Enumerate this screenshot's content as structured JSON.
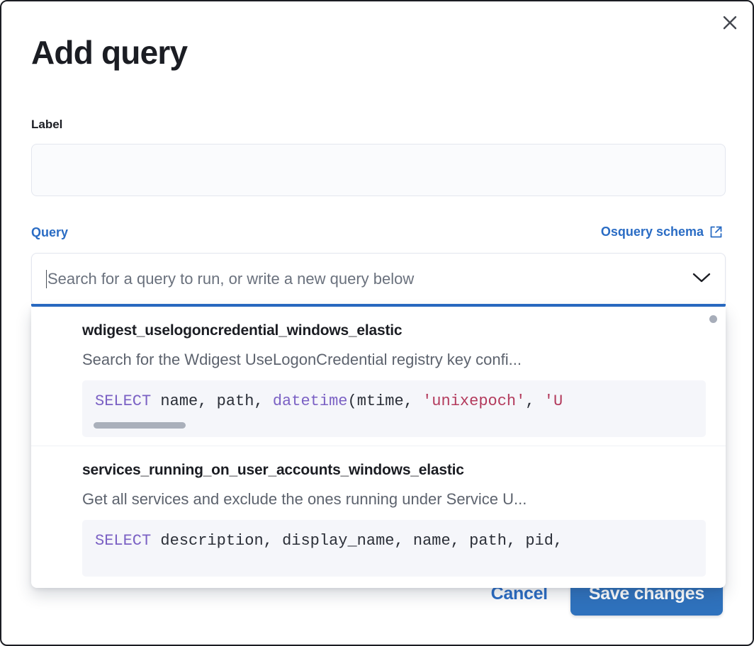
{
  "modal": {
    "title": "Add query",
    "close_icon": "close-icon"
  },
  "form": {
    "label_field": {
      "label": "Label",
      "value": "",
      "placeholder": ""
    },
    "query_field": {
      "label": "Query",
      "schema_link": "Osquery schema",
      "schema_link_icon": "external-link-icon",
      "combobox_placeholder": "Search for a query to run, or write a new query below",
      "combobox_value": "",
      "chevron_icon": "chevron-down-icon"
    }
  },
  "dropdown": {
    "items": [
      {
        "title": "wdigest_uselogoncredential_windows_elastic",
        "description": "Search for the Wdigest UseLogonCredential registry key confi...",
        "code_tokens": [
          {
            "t": "SELECT",
            "c": "kw"
          },
          {
            "t": " ",
            "c": "pun"
          },
          {
            "t": "name",
            "c": "id"
          },
          {
            "t": ", ",
            "c": "pun"
          },
          {
            "t": "path",
            "c": "id"
          },
          {
            "t": ", ",
            "c": "pun"
          },
          {
            "t": "datetime",
            "c": "fn"
          },
          {
            "t": "(",
            "c": "pun"
          },
          {
            "t": "mtime",
            "c": "id"
          },
          {
            "t": ", ",
            "c": "pun"
          },
          {
            "t": "'unixepoch'",
            "c": "str"
          },
          {
            "t": ", ",
            "c": "pun"
          },
          {
            "t": "'U",
            "c": "str"
          }
        ],
        "has_scrollbar": true
      },
      {
        "title": "services_running_on_user_accounts_windows_elastic",
        "description": "Get all services and exclude the ones running under Service U...",
        "code_tokens": [
          {
            "t": "SELECT",
            "c": "kw"
          },
          {
            "t": " ",
            "c": "pun"
          },
          {
            "t": "description",
            "c": "id"
          },
          {
            "t": ", ",
            "c": "pun"
          },
          {
            "t": "display_name",
            "c": "id"
          },
          {
            "t": ", ",
            "c": "pun"
          },
          {
            "t": "name",
            "c": "id"
          },
          {
            "t": ", ",
            "c": "pun"
          },
          {
            "t": "path",
            "c": "id"
          },
          {
            "t": ", ",
            "c": "pun"
          },
          {
            "t": "pid",
            "c": "id"
          },
          {
            "t": ",",
            "c": "pun"
          }
        ],
        "has_scrollbar": false
      }
    ]
  },
  "footer": {
    "cancel_label": "Cancel",
    "save_label": "Save changes"
  },
  "colors": {
    "accent_blue": "#2a6cc4",
    "save_button": "#2f72bd",
    "text_dark": "#1b1d23",
    "text_muted": "#5d636e",
    "code_bg": "#f5f6fa",
    "keyword": "#7b61c4",
    "string": "#b33a5c"
  }
}
